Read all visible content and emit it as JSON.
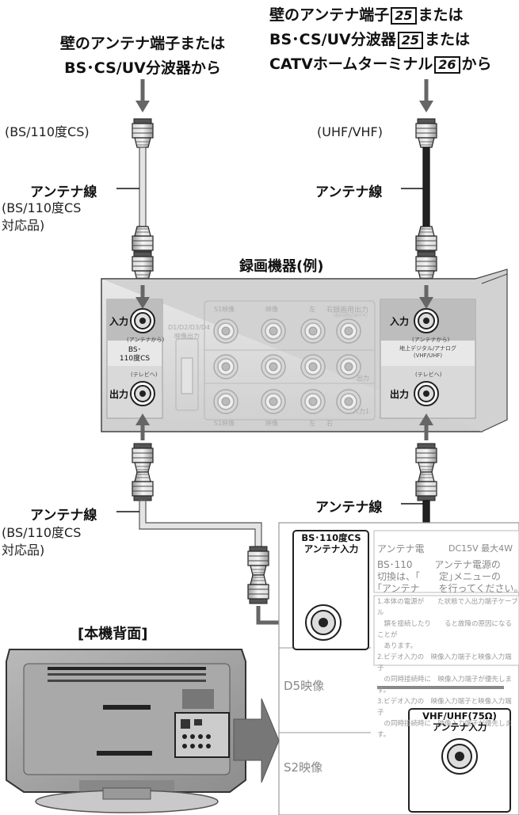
{
  "left_source": {
    "line1": "壁のアンテナ端子または",
    "line2": "BS･CS/UV分波器から"
  },
  "right_source": {
    "line1_pre": "壁のアンテナ端子",
    "line1_ref": "25",
    "line1_post": "または",
    "line2_pre": "BS･CS/UV分波器",
    "line2_ref": "25",
    "line2_post": "または",
    "line3_pre": "CATVホームターミナル",
    "line3_ref": "26",
    "line3_post": "から"
  },
  "left_top_signal": "(BS/110度CS)",
  "right_top_signal": "(UHF/VHF)",
  "antenna_cable": "アンテナ線",
  "cable_note_line1": "(BS/110度CS",
  "cable_note_line2": "対応品)",
  "recorder_title": "録画機器(例)",
  "recorder": {
    "input": "入力",
    "output": "出力",
    "from_antenna": "(アンテナから)",
    "to_tv": "(テレビへ)",
    "bs_label_1": "BS･",
    "bs_label_2": "110度CS",
    "terrestrial_1": "地上デジタル/アナログ",
    "terrestrial_2": "(VHF/UHF)",
    "d_out": "D1/D2/D3/D4",
    "video_out": "映像出力",
    "s1_video": "S1映像",
    "video": "映像",
    "left": "左",
    "right": "右",
    "rec_out": "録画用出力",
    "rec_out_sub": "(番組連動記録不可)",
    "out": "出力",
    "in1": "入力1"
  },
  "tv_back_title": "[本機背面]",
  "panel": {
    "bs_input_1": "BS･110度CS",
    "bs_input_2": "アンテナ入力",
    "antenna_power": "アンテナ電",
    "dc_spec": "DC15V 最大4W",
    "text1": "BS･110 　　アンテナ電源の",
    "text2": "切換は、｢　　定｣メニューの",
    "text3": "｢アンテナ　　を行ってください。",
    "notes": "1.本体の電源が　　た状態で入出力端子ケーブル\n　類を接続したり　　ると故障の原因になることが\n　あります。\n2.ビデオ入力の　映像入力端子と映像入力端子\n　の同時接続時に　映像入力端子が優先します。\n3.ビデオ入力の　映像入力端子と映像入力端子\n　の同時接続時に　映像入力端子が優先します。",
    "d5_video": "D5映像",
    "s2_video": "S2映像",
    "vhf_input_1": "VHF/UHF(75Ω)",
    "vhf_input_2": "アンテナ入力"
  }
}
